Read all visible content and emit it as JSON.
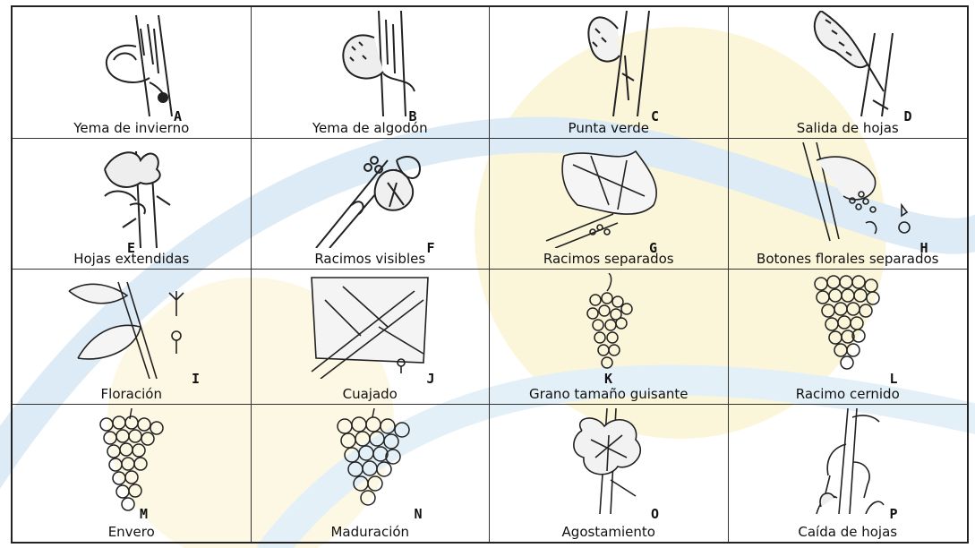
{
  "stages": [
    {
      "letter": "A",
      "label": "Yema de invierno",
      "icon": "winter-bud-icon"
    },
    {
      "letter": "B",
      "label": "Yema de algodón",
      "icon": "cotton-bud-icon"
    },
    {
      "letter": "C",
      "label": "Punta verde",
      "icon": "green-tip-icon"
    },
    {
      "letter": "D",
      "label": "Salida de hojas",
      "icon": "leaf-emergence-icon"
    },
    {
      "letter": "E",
      "label": "Hojas extendidas",
      "icon": "spread-leaves-icon"
    },
    {
      "letter": "F",
      "label": "Racimos visibles",
      "icon": "visible-clusters-icon"
    },
    {
      "letter": "G",
      "label": "Racimos separados",
      "icon": "separated-clusters-icon"
    },
    {
      "letter": "H",
      "label": "Botones florales separados",
      "icon": "separated-flower-buds-icon"
    },
    {
      "letter": "I",
      "label": "Floración",
      "icon": "flowering-icon"
    },
    {
      "letter": "J",
      "label": "Cuajado",
      "icon": "fruit-set-icon"
    },
    {
      "letter": "K",
      "label": "Grano tamaño guisante",
      "icon": "pea-size-berry-icon"
    },
    {
      "letter": "L",
      "label": "Racimo cernido",
      "icon": "bunch-closure-icon"
    },
    {
      "letter": "M",
      "label": "Envero",
      "icon": "veraison-icon"
    },
    {
      "letter": "N",
      "label": "Maduración",
      "icon": "ripening-icon"
    },
    {
      "letter": "O",
      "label": "Agostamiento",
      "icon": "lignification-icon"
    },
    {
      "letter": "P",
      "label": "Caída de hojas",
      "icon": "leaf-fall-icon"
    }
  ],
  "colors": {
    "watermark_yellow": "#fbf6d9",
    "watermark_blue": "#dcebf5",
    "ink": "#222222"
  }
}
